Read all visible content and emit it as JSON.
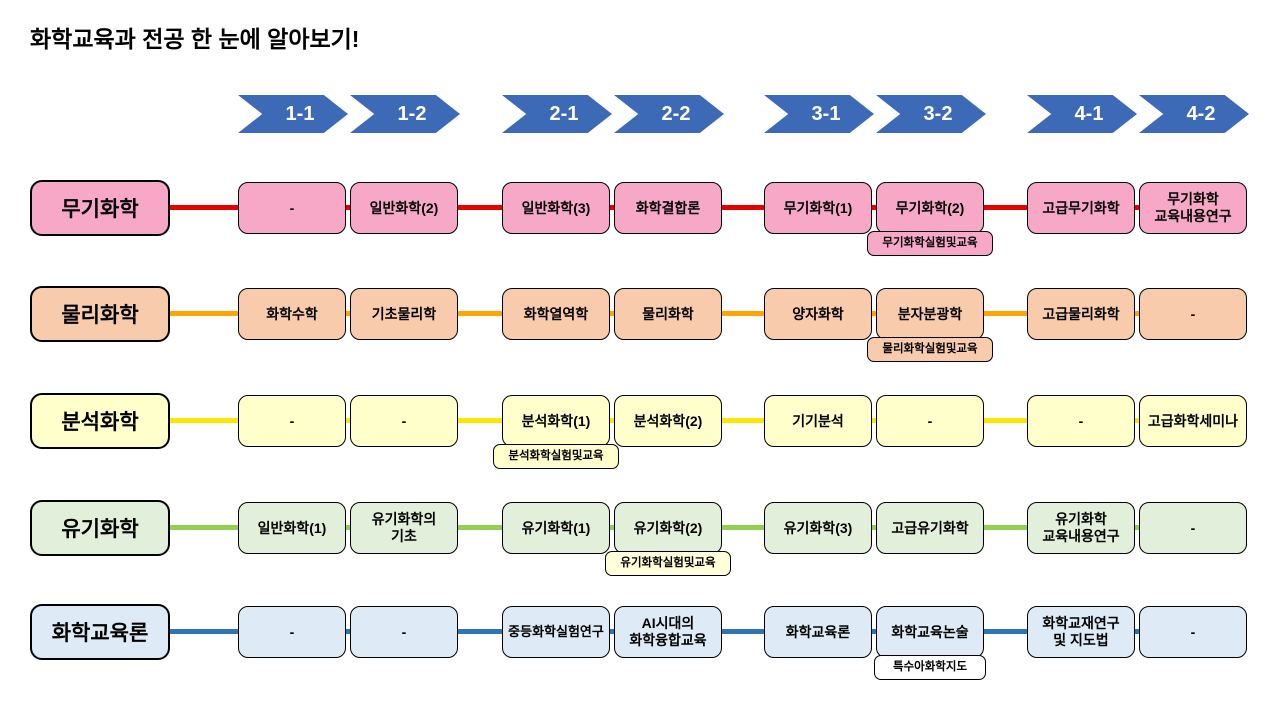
{
  "title": "화학교육과 전공 한 눈에 알아보기!",
  "arrow_color": "#3D6AB7",
  "semesters": [
    "1-1",
    "1-2",
    "2-1",
    "2-2",
    "3-1",
    "3-2",
    "4-1",
    "4-2"
  ],
  "rows": [
    {
      "id": "inorganic",
      "label": "무기화학",
      "fill": "#F7A8C6",
      "line_color": "#E60000",
      "cells": [
        "-",
        "일반화학(2)",
        "일반화학(3)",
        "화학결합론",
        "무기화학(1)",
        "무기화학(2)",
        "고급무기화학",
        "무기화학\n교육내용연구"
      ],
      "sub": {
        "under_semester": "3-2",
        "text": "무기화학실험및교육",
        "fill": "#F7A8C6"
      }
    },
    {
      "id": "physical",
      "label": "물리화학",
      "fill": "#F8CBAD",
      "line_color": "#FFA500",
      "cells": [
        "화학수학",
        "기초물리학",
        "화학열역학",
        "물리화학",
        "양자화학",
        "분자분광학",
        "고급물리화학",
        "-"
      ],
      "sub": {
        "under_semester": "3-2",
        "text": "물리화학실험및교육",
        "fill": "#F8CBAD"
      }
    },
    {
      "id": "analytical",
      "label": "분석화학",
      "fill": "#FFFFCC",
      "line_color": "#FFE600",
      "cells": [
        "-",
        "-",
        "분석화학(1)",
        "분석화학(2)",
        "기기분석",
        "-",
        "-",
        "고급화학세미나"
      ],
      "sub": {
        "under_semester": "2-1",
        "text": "분석화학실험및교육",
        "fill": "#FFFFCC"
      }
    },
    {
      "id": "organic",
      "label": "유기화학",
      "fill": "#E2EFDA",
      "line_color": "#92D050",
      "cells": [
        "일반화학(1)",
        "유기화학의\n기초",
        "유기화학(1)",
        "유기화학(2)",
        "유기화학(3)",
        "고급유기화학",
        "유기화학\n교육내용연구",
        "-"
      ],
      "sub": {
        "under_semester": "2-2",
        "text": "유기화학실험및교육",
        "fill": "#FFFFD9"
      }
    },
    {
      "id": "education",
      "label": "화학교육론",
      "fill": "#DEEBF7",
      "line_color": "#2E75B6",
      "cells": [
        "-",
        "-",
        "중등화학실험연구",
        "AI시대의\n화학융합교육",
        "화학교육론",
        "화학교육논술",
        "화학교재연구\n및 지도법",
        "-"
      ],
      "sub": {
        "under_semester": "3-2",
        "text": "특수아화학지도",
        "fill": "#FFFFFF"
      }
    }
  ]
}
